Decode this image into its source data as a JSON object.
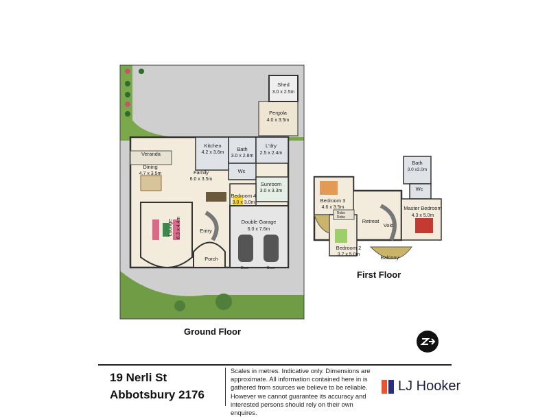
{
  "ground_floor": {
    "title": "Ground Floor",
    "rooms": {
      "shed": {
        "name": "Shed",
        "dims": "3.0 x 2.5m"
      },
      "pergola": {
        "name": "Pergola",
        "dims": "4.0 x 3.5m"
      },
      "kitchen": {
        "name": "Kitchen",
        "dims": "4.2 x 3.6m"
      },
      "bath": {
        "name": "Bath",
        "dims": "3.0 x 2.8m"
      },
      "laundry": {
        "name": "L'dry",
        "dims": "2.5 x 2.4m"
      },
      "wc": {
        "name": "Wc"
      },
      "veranda": {
        "name": "Veranda"
      },
      "dining": {
        "name": "Dining",
        "dims": "4.7 x 3.5m"
      },
      "family": {
        "name": "Family",
        "dims": "6.0 x 3.5m"
      },
      "sunroom": {
        "name": "Sunroom",
        "dims": "3.0 x 3.3m"
      },
      "bedroom4": {
        "name": "Bedroom 4",
        "dims": "3.0 x 3.0m"
      },
      "lounge": {
        "name": "Lounge",
        "dims": "6.3 x 4.4m"
      },
      "entry": {
        "name": "Entry"
      },
      "double_garage": {
        "name": "Double Garage",
        "dims": "6.0 x 7.6m"
      },
      "porch": {
        "name": "Porch"
      },
      "door1": "Door",
      "door2": "Door"
    }
  },
  "first_floor": {
    "title": "First Floor",
    "rooms": {
      "bedroom3": {
        "name": "Bedroom 3",
        "dims": "4.6 x 3.5m"
      },
      "bedroom2": {
        "name": "Bedroom 2",
        "dims": "3.7 x 5.0m"
      },
      "retreat": {
        "name": "Retreat"
      },
      "void": {
        "name": "Void"
      },
      "bath": {
        "name": "Bath",
        "dims": "3.0 x3.0m"
      },
      "wc": {
        "name": "Wc"
      },
      "master": {
        "name": "Master Bedroom",
        "dims": "4.3 x 5.0m"
      },
      "balcony": {
        "name": "Balcony"
      },
      "robe1": "Robe",
      "robe2": "Robe"
    }
  },
  "footer": {
    "address_line1": "19 Nerli St",
    "address_line2": "Abbotsbury 2176",
    "disclaimer": "Scales in metres. Indicative only. Dimensions are approximate. All information contained here in is gathered from sources we believe to be reliable. However we cannot guarantee its accuracy and interested persons should rely on their own enquires.",
    "brand": "LJ Hooker"
  },
  "colors": {
    "lawn": "#7aa84a",
    "paving": "#cfcfcf",
    "floor": "#f3ecdc",
    "tile": "#dfe3e7",
    "wall": "#333333",
    "bed_red": "#c43a33",
    "bed_orange": "#e39a54",
    "bed_green": "#9ccf6a",
    "bed_yellow": "#f4d63a",
    "brand_orange": "#e8552e",
    "brand_blue": "#2a2d7c"
  }
}
